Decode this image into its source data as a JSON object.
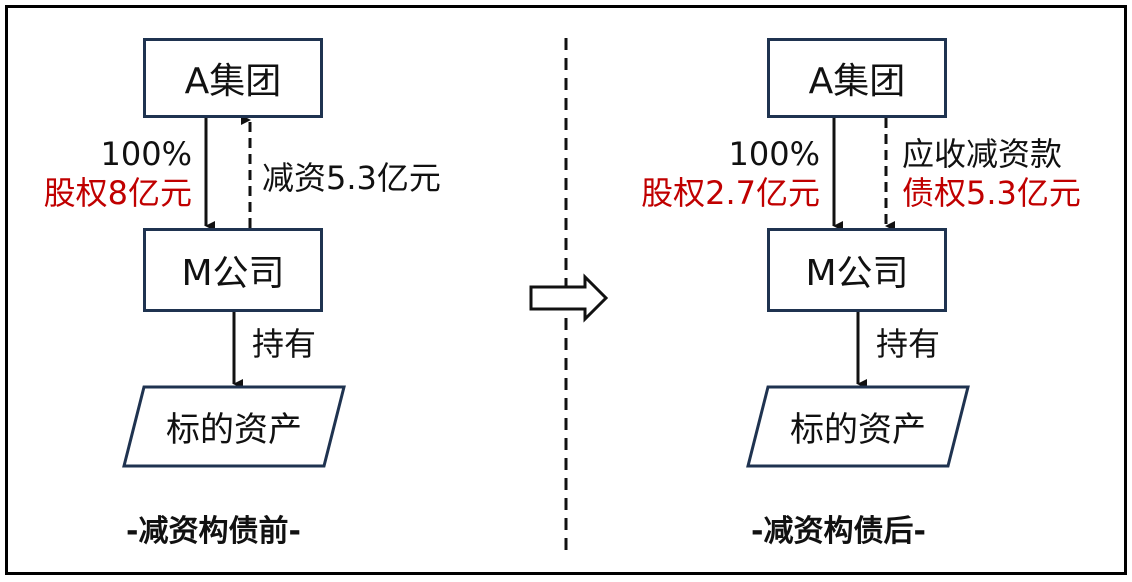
{
  "colors": {
    "box_border": "#1f3350",
    "highlight": "#c00000",
    "text": "#111111"
  },
  "before": {
    "group": "A集团",
    "company": "M公司",
    "asset": "标的资产",
    "down_pct": "100%",
    "down_equity": "股权8亿元",
    "up_label": "减资5.3亿元",
    "holds": "持有",
    "caption": "-减资构债前-"
  },
  "after": {
    "group": "A集团",
    "company": "M公司",
    "asset": "标的资产",
    "down_pct": "100%",
    "down_equity": "股权2.7亿元",
    "receivable": "应收减资款",
    "debt": "债权5.3亿元",
    "holds": "持有",
    "caption": "-减资构债后-"
  },
  "transition_icon": "hollow-right-arrow-icon"
}
